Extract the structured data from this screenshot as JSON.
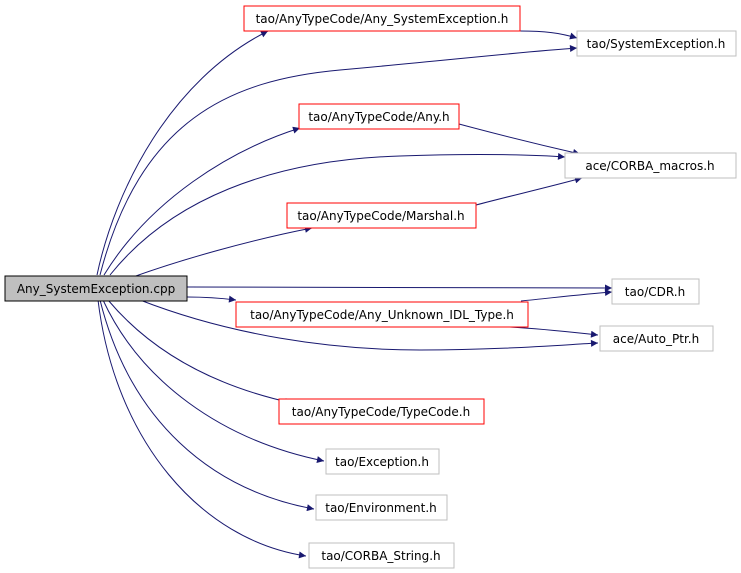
{
  "colors": {
    "root_fill": "#bfbfbf",
    "root_border": "#000000",
    "documented_border": "#ff0000",
    "external_border": "#bfbfbf",
    "edge": "#191970"
  },
  "nodes": [
    {
      "id": "root",
      "label": "Any_SystemException.cpp",
      "kind": "root"
    },
    {
      "id": "any_sysexc",
      "label": "tao/AnyTypeCode/Any_SystemException.h",
      "kind": "documented"
    },
    {
      "id": "sysexc",
      "label": "tao/SystemException.h",
      "kind": "external"
    },
    {
      "id": "any",
      "label": "tao/AnyTypeCode/Any.h",
      "kind": "documented"
    },
    {
      "id": "corba_macros",
      "label": "ace/CORBA_macros.h",
      "kind": "external"
    },
    {
      "id": "marshal",
      "label": "tao/AnyTypeCode/Marshal.h",
      "kind": "documented"
    },
    {
      "id": "cdr",
      "label": "tao/CDR.h",
      "kind": "external"
    },
    {
      "id": "unknown_idl",
      "label": "tao/AnyTypeCode/Any_Unknown_IDL_Type.h",
      "kind": "documented"
    },
    {
      "id": "auto_ptr",
      "label": "ace/Auto_Ptr.h",
      "kind": "external"
    },
    {
      "id": "typecode",
      "label": "tao/AnyTypeCode/TypeCode.h",
      "kind": "documented"
    },
    {
      "id": "exception",
      "label": "tao/Exception.h",
      "kind": "external"
    },
    {
      "id": "environment",
      "label": "tao/Environment.h",
      "kind": "external"
    },
    {
      "id": "corba_string",
      "label": "tao/CORBA_String.h",
      "kind": "external"
    }
  ],
  "edges": [
    {
      "from": "root",
      "to": "any_sysexc"
    },
    {
      "from": "root",
      "to": "sysexc"
    },
    {
      "from": "root",
      "to": "any"
    },
    {
      "from": "root",
      "to": "corba_macros"
    },
    {
      "from": "root",
      "to": "marshal"
    },
    {
      "from": "root",
      "to": "cdr"
    },
    {
      "from": "root",
      "to": "unknown_idl"
    },
    {
      "from": "root",
      "to": "auto_ptr"
    },
    {
      "from": "root",
      "to": "typecode"
    },
    {
      "from": "root",
      "to": "exception"
    },
    {
      "from": "root",
      "to": "environment"
    },
    {
      "from": "root",
      "to": "corba_string"
    },
    {
      "from": "any_sysexc",
      "to": "sysexc"
    },
    {
      "from": "any",
      "to": "corba_macros"
    },
    {
      "from": "marshal",
      "to": "corba_macros"
    },
    {
      "from": "unknown_idl",
      "to": "cdr"
    },
    {
      "from": "unknown_idl",
      "to": "auto_ptr"
    }
  ]
}
